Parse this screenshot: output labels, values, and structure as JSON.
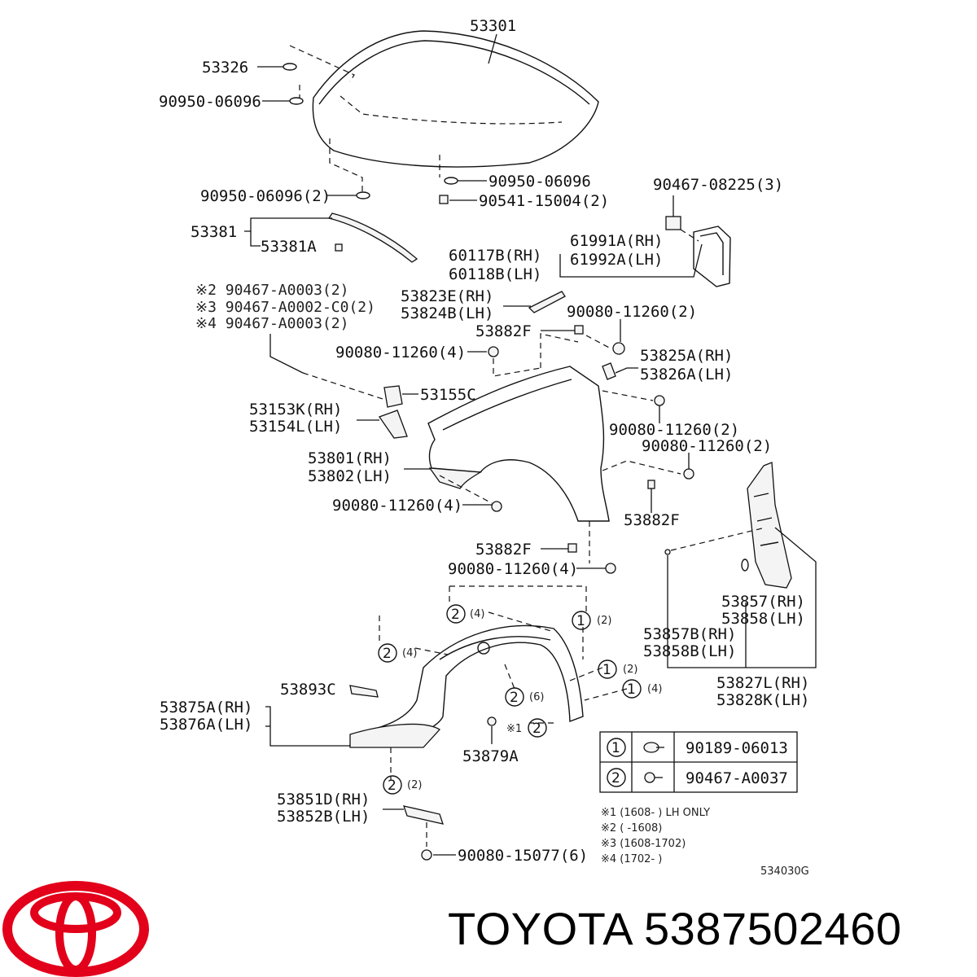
{
  "labels": {
    "hood": "53301",
    "hood_cushion": "53326",
    "hood_cushion_2": "90950-06096",
    "hood_cushion_3": "90950-06096",
    "hood_cushion_4": "90950-06096(2)",
    "hood_clip": "90541-15004(2)",
    "clip_top_right": "90467-08225(3)",
    "seal_53381": "53381",
    "seal_53381a": "53381A",
    "seal_61991a": "61991A(RH)",
    "seal_61992a": "61992A(LH)",
    "seal_60117b": "60117B(RH)",
    "seal_60118b": "60118B(LH)",
    "note_2": "※2 90467-A0003(2)",
    "note_3": "※3 90467-A0002-C0(2)",
    "note_4": "※4 90467-A0003(2)",
    "seal_53823e": "53823E(RH)",
    "seal_53824b": "53824B(LH)",
    "bolt_90080_a": "90080-11260(2)",
    "clip_53882f_a": "53882F",
    "bolt_90080_b": "90080-11260(4)",
    "brkt_53825a": "53825A(RH)",
    "brkt_53826a": "53826A(LH)",
    "brkt_53155c": "53155C",
    "brkt_53153k": "53153K(RH)",
    "brkt_53154l": "53154L(LH)",
    "bolt_90080_c": "90080-11260(2)",
    "bolt_90080_d": "90080-11260(2)",
    "fender_53801": "53801(RH)",
    "fender_53802": "53802(LH)",
    "bolt_90080_e": "90080-11260(4)",
    "clip_53882f_b": "53882F",
    "clip_53882f_c": "53882F",
    "bolt_90080_f": "90080-11260(4)",
    "seal_53857": "53857(RH)",
    "seal_53858": "53858(LH)",
    "seal_53857b": "53857B(RH)",
    "seal_53858b": "53858B(LH)",
    "seal_53827l": "53827L(RH)",
    "seal_53828k": "53828K(LH)",
    "liner_53893c": "53893C",
    "liner_53875a": "53875A(RH)",
    "liner_53876a": "53876A(LH)",
    "liner_53879a": "53879A",
    "shield_53851d": "53851D(RH)",
    "shield_53852b": "53852B(LH)",
    "bolt_90080_15077": "90080-15077(6)",
    "diagram_code": "534030G"
  },
  "callouts": {
    "c1": "1",
    "c2": "2",
    "qty_2": "(2)",
    "qty_4": "(4)",
    "qty_6": "(6)",
    "note_mark_1": "※1"
  },
  "legend_table": {
    "rows": [
      {
        "num": "1",
        "icon": "clip-icon",
        "part": "90189-06013"
      },
      {
        "num": "2",
        "icon": "screw-icon",
        "part": "90467-A0037"
      }
    ]
  },
  "footnotes": [
    "※1 (1608-      ) LH ONLY",
    "※2 (      -1608)",
    "※3 (1608-1702)",
    "※4 (1702-      )"
  ],
  "brand": {
    "name": "TOYOTA",
    "part_number": "5387502460",
    "display": "TOYOTA 5387502460",
    "logo_color": "#e2001a"
  }
}
